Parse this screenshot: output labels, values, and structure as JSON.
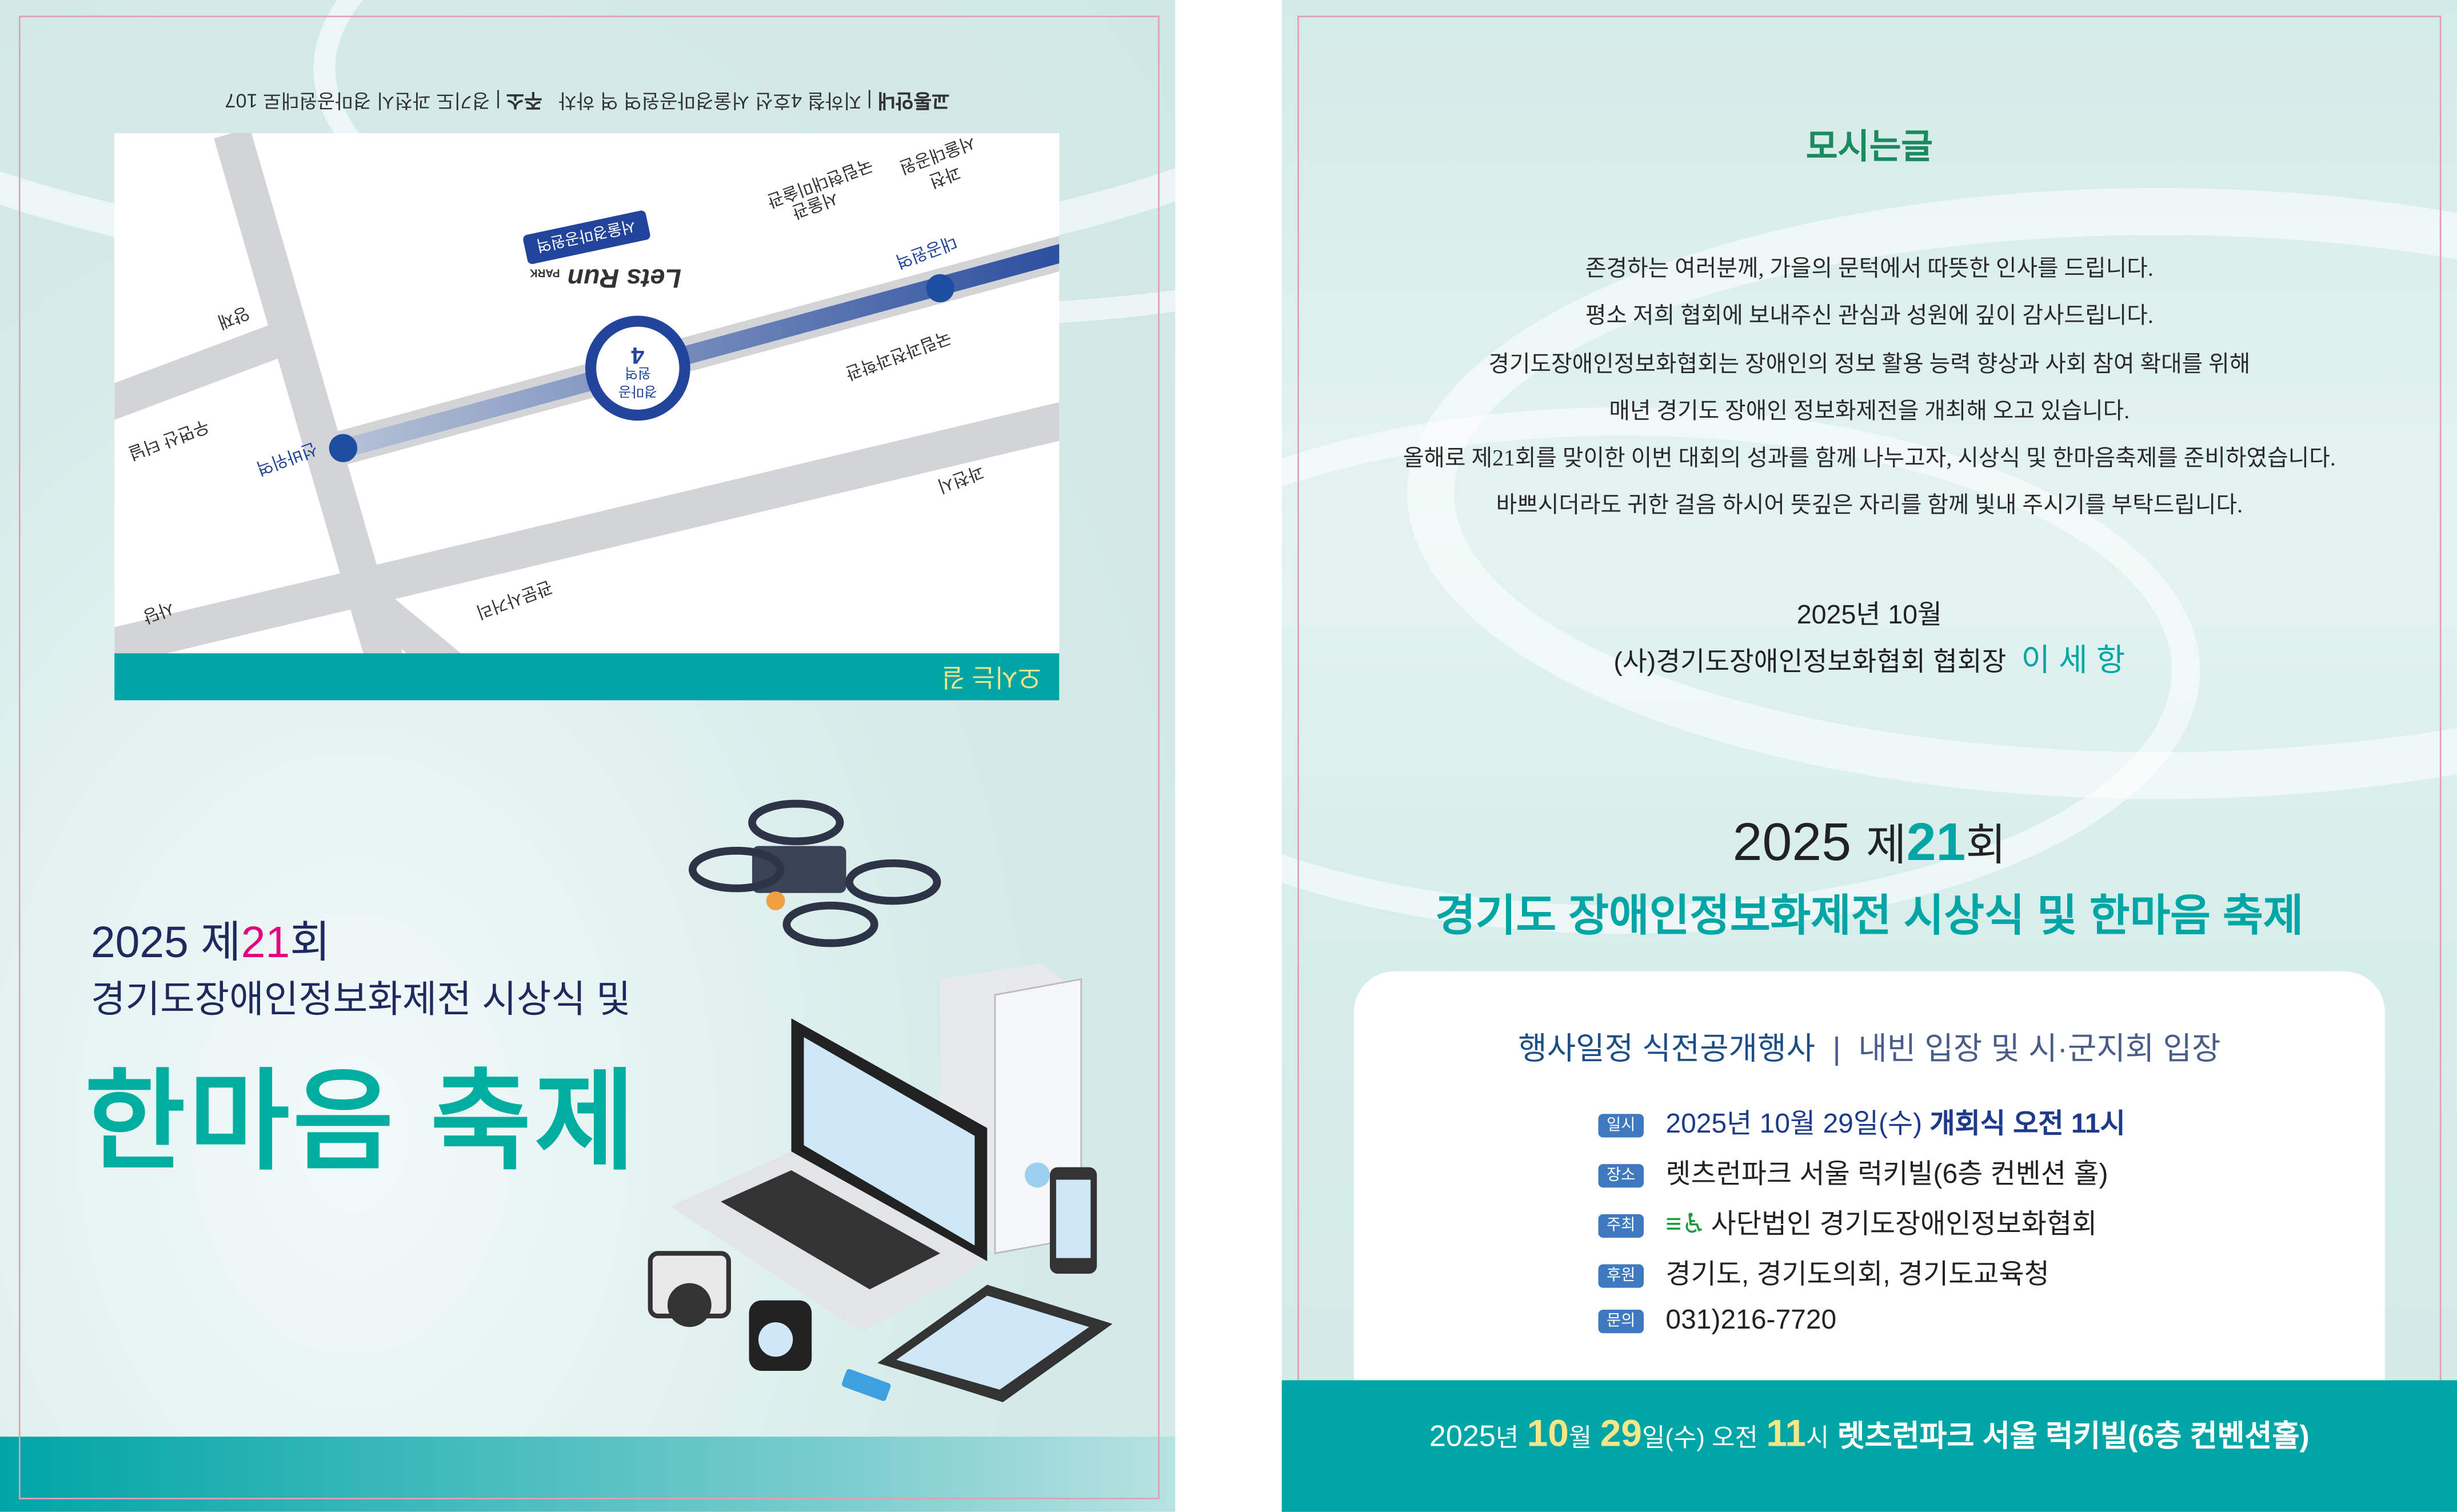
{
  "map_page": {
    "directions_label": "교통안내",
    "directions_text": "지하철 4호선 서울경마공원역 역 하차",
    "address_label": "주소",
    "address_text": "경기도 과천시 경마공원대로 107",
    "map_title": "오시는 길",
    "station_number": "4",
    "station_main": "경마공원역",
    "station_badge": "서울경마공원역",
    "logo_text": "Lets Run",
    "logo_sub": "PARK",
    "labels": {
      "yangjae": "양재",
      "seoulpark": "서울대공원",
      "gwacheon": "과천",
      "mmca": "국립현대미술관",
      "mmca2": "서울관",
      "daegongwon": "대공원역",
      "science": "국립과천과학관",
      "seonbawi": "선바위역",
      "tunnel": "우면산 터널",
      "gwacheon_city": "과천시",
      "gwanmun": "관문사거리",
      "sadang": "사당"
    }
  },
  "cover": {
    "year": "2025",
    "edition_pre": "제",
    "edition_num": "21",
    "edition_post": "회",
    "subtitle": "경기도장애인정보화제전 시상식 및",
    "title": "한마음 축제"
  },
  "invitation": {
    "heading": "모시는글",
    "lines": [
      "존경하는 여러분께, 가을의 문턱에서 따뜻한 인사를 드립니다.",
      "평소 저희 협회에 보내주신 관심과 성원에 깊이 감사드립니다.",
      "경기도장애인정보화협회는 장애인의 정보 활용 능력 향상과 사회 참여 확대를 위해",
      "매년 경기도 장애인 정보화제전을 개최해 오고 있습니다.",
      "올해로 제21회를 맞이한 이번 대회의 성과를 함께 나누고자, 시상식 및 한마음축제를 준비하였습니다.",
      "바쁘시더라도 귀한 걸음 하시어 뜻깊은 자리를 함께 빛내 주시기를 부탁드립니다."
    ],
    "date": "2025년 10월",
    "signer_org": "(사)경기도장애인정보화협회 협회장",
    "signer_name": "이 세 항"
  },
  "event": {
    "year": "2025",
    "edition_pre": "제",
    "edition_num": "21",
    "edition_post": "회",
    "title": "경기도 장애인정보화제전 시상식 및 한마음 축제",
    "schedule_a": "행사일정 식전공개행사",
    "schedule_sep": "|",
    "schedule_b": "내빈 입장 및 시·군지회 입장",
    "details": [
      {
        "label": "일시",
        "value": "2025년 10월 29일(수)",
        "value_bold": "개회식 오전 11시"
      },
      {
        "label": "장소",
        "value": "렛츠런파크 서울 럭키빌(6층 컨벤션 홀)"
      },
      {
        "label": "주최",
        "value": "사단법인 경기도장애인정보화협회"
      },
      {
        "label": "후원",
        "value": "경기도, 경기도의회, 경기도교육청"
      },
      {
        "label": "문의",
        "value": "031)216-7720"
      }
    ],
    "footer": {
      "y": "2025",
      "y_unit": "년",
      "m": "10",
      "m_unit": "월",
      "d": "29",
      "d_unit": "일(수) 오전",
      "h": "11",
      "h_unit": "시",
      "place": "렛츠런파크 서울 럭키빌(6층 컨벤션홀)"
    }
  },
  "colors": {
    "teal": "#00a5a6",
    "navy": "#1e2a5e",
    "magenta": "#e4007f",
    "green": "#1c8a5e",
    "blue": "#22449a",
    "yellow": "#f5e68a"
  }
}
